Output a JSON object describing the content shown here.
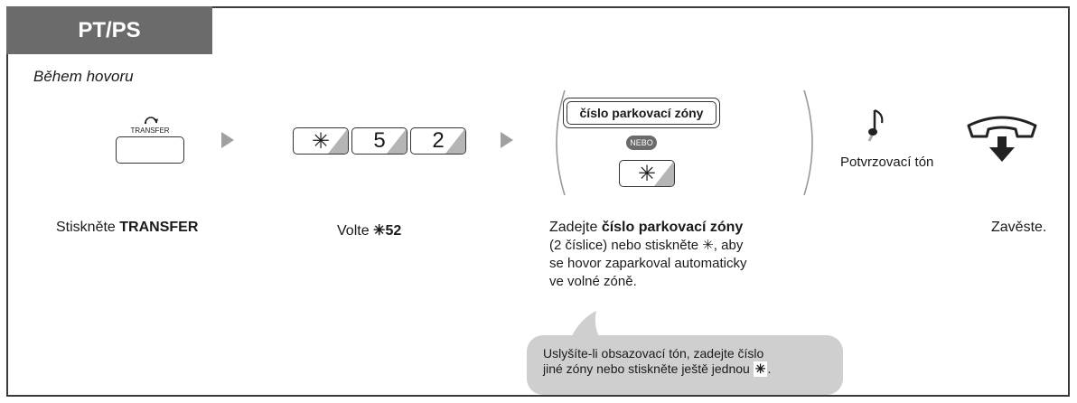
{
  "header": {
    "mode_label": "PT/PS",
    "subtitle": "Během hovoru"
  },
  "step1": {
    "key_label": "TRANSFER",
    "caption_prefix": "Stiskněte ",
    "caption_bold": "TRANSFER"
  },
  "step2": {
    "keys": [
      "✳",
      "5",
      "2"
    ],
    "caption_prefix": "Volte ",
    "caption_bold": "✳52"
  },
  "step3": {
    "option_key_label": "číslo parkovací zóny",
    "or_label": "NEBO",
    "alt_key_label": "✳",
    "caption_prefix": "Zadejte ",
    "caption_bold": "číslo parkovací zóny",
    "caption_line2": "(2 číslice) nebo stiskněte ✳, aby",
    "caption_line3": "se hovor zaparkoval automaticky",
    "caption_line4": "ve volné zóně."
  },
  "step4": {
    "tone_label": "Potvrzovací tón"
  },
  "step5": {
    "caption": "Zavěste."
  },
  "note": {
    "line1": "Uslyšíte-li obsazovací tón, zadejte číslo",
    "line2": "jiné zóny nebo stiskněte ještě jednou",
    "star": "✳",
    "end": "."
  }
}
